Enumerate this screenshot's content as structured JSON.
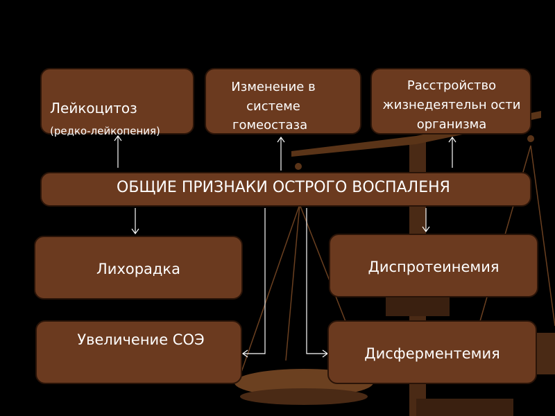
{
  "nodes": {
    "leukocytosis": {
      "title": "Лейкоцитоз",
      "sub": "(редко-лейкопения)"
    },
    "homeostasis": {
      "line1": "Изменение в системе",
      "line2": "гомеостаза"
    },
    "disorder": {
      "text": "Расстройство жизнедеятельн ости организма"
    },
    "main": {
      "text": "ОБЩИЕ ПРИЗНАКИ ОСТРОГО ВОСПАЛЕНЯ"
    },
    "fever": {
      "text": "Лихорадка"
    },
    "dysproteinemia": {
      "text": "Диспротеинемия"
    },
    "esr": {
      "text": "Увеличение СОЭ"
    },
    "dysfermentemia": {
      "text": "Дисферментемия"
    }
  },
  "colors": {
    "box_fill": "#6b3a1f",
    "box_border": "#2a1408",
    "background": "#000000",
    "arrow": "#ffffff",
    "scales": "#4a2a15"
  }
}
